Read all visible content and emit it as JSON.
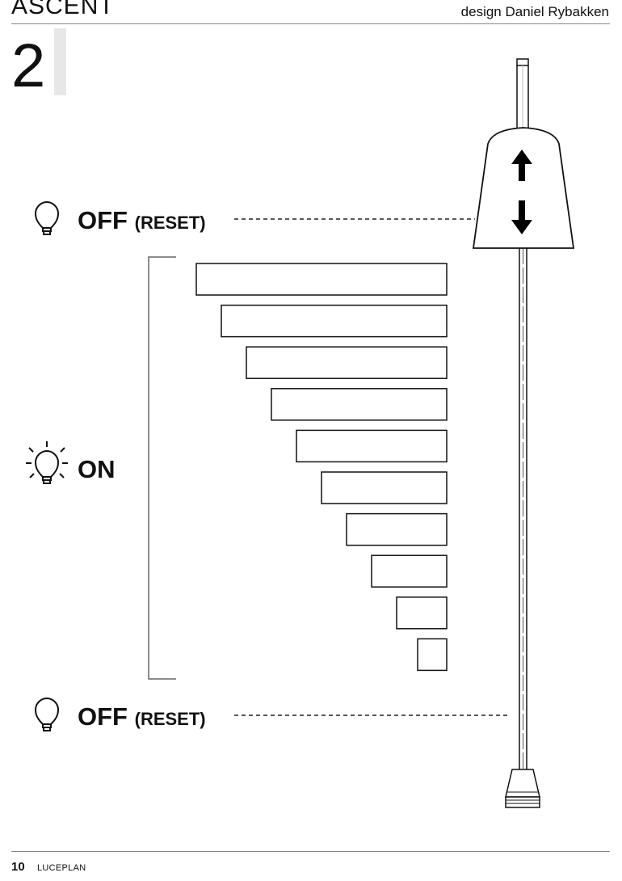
{
  "header": {
    "title": "ASCENT",
    "designer": "design Daniel Rybakken"
  },
  "step": {
    "number": "2"
  },
  "states": {
    "off_top": {
      "main": "OFF",
      "sub": "(RESET)",
      "icon": "light-bulb-off-icon"
    },
    "on": {
      "main": "ON",
      "icon": "light-bulb-on-icon"
    },
    "off_bottom": {
      "main": "OFF",
      "sub": "(RESET)",
      "icon": "light-bulb-off-icon"
    }
  },
  "dimming_steps": {
    "count": 10,
    "levels": [
      1.0,
      0.9,
      0.8,
      0.7,
      0.6,
      0.5,
      0.4,
      0.3,
      0.2,
      0.1
    ]
  },
  "lamp": {
    "icons": [
      "arrow-up-icon",
      "arrow-down-icon"
    ]
  },
  "footer": {
    "page_number": "10",
    "brand": "LUCEPLAN"
  }
}
